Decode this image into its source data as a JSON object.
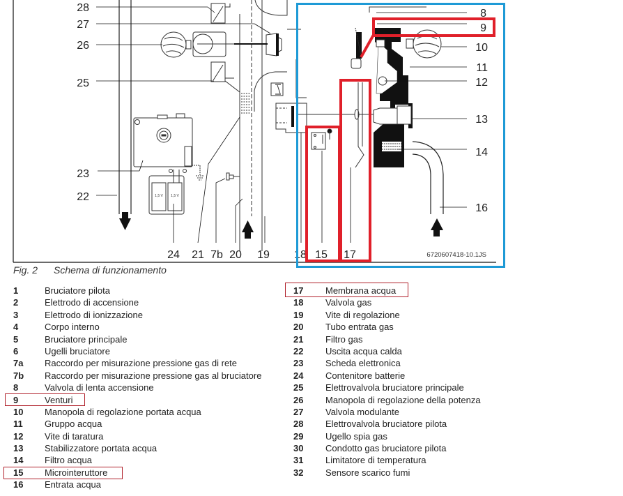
{
  "figure": {
    "number": "Fig. 2",
    "title": "Schema di funzionamento",
    "drawing_code": "6720607418-10.1JS"
  },
  "callouts": {
    "left": [
      "28",
      "27",
      "26",
      "25",
      "23",
      "22"
    ],
    "bottom": [
      "24",
      "21",
      "7b",
      "20",
      "19",
      "18",
      "15",
      "17"
    ],
    "right": [
      "8",
      "9",
      "10",
      "11",
      "12",
      "13",
      "14",
      "16"
    ]
  },
  "battery_labels": [
    "1,5 V",
    "1,5 V"
  ],
  "highlight_colors": {
    "blue_frame": "#1e9ad6",
    "red_boxes": "#e0202a",
    "legend_boxes": "#b0202a"
  },
  "legend": {
    "left": [
      {
        "num": "1",
        "label": "Bruciatore pilota"
      },
      {
        "num": "2",
        "label": "Elettrodo di accensione"
      },
      {
        "num": "3",
        "label": "Elettrodo di ionizzazione"
      },
      {
        "num": "4",
        "label": "Corpo interno"
      },
      {
        "num": "5",
        "label": "Bruciatore principale"
      },
      {
        "num": "6",
        "label": "Ugelli bruciatore"
      },
      {
        "num": "7a",
        "label": "Raccordo per misurazione pressione gas di rete"
      },
      {
        "num": "7b",
        "label": "Raccordo per misurazione pressione gas al bruciatore"
      },
      {
        "num": "8",
        "label": "Valvola di lenta accensione"
      },
      {
        "num": "9",
        "label": "Venturi",
        "highlighted": true
      },
      {
        "num": "10",
        "label": "Manopola di regolazione portata acqua"
      },
      {
        "num": "11",
        "label": "Gruppo acqua"
      },
      {
        "num": "12",
        "label": "Vite di taratura"
      },
      {
        "num": "13",
        "label": "Stabilizzatore portata acqua"
      },
      {
        "num": "14",
        "label": "Filtro acqua"
      },
      {
        "num": "15",
        "label": "Microinteruttore",
        "highlighted": true
      },
      {
        "num": "16",
        "label": "Entrata acqua"
      }
    ],
    "right": [
      {
        "num": "17",
        "label": "Membrana acqua",
        "highlighted": true
      },
      {
        "num": "18",
        "label": "Valvola gas"
      },
      {
        "num": "19",
        "label": "Vite di regolazione"
      },
      {
        "num": "20",
        "label": "Tubo entrata gas"
      },
      {
        "num": "21",
        "label": "Filtro gas"
      },
      {
        "num": "22",
        "label": "Uscita acqua calda"
      },
      {
        "num": "23",
        "label": "Scheda elettronica"
      },
      {
        "num": "24",
        "label": "Contenitore batterie"
      },
      {
        "num": "25",
        "label": "Elettrovalvola bruciatore principale"
      },
      {
        "num": "26",
        "label": "Manopola di regolazione della potenza"
      },
      {
        "num": "27",
        "label": "Valvola modulante"
      },
      {
        "num": "28",
        "label": "Elettrovalvola bruciatore pilota"
      },
      {
        "num": "29",
        "label": "Ugello spia gas"
      },
      {
        "num": "30",
        "label": "Condotto gas bruciatore pilota"
      },
      {
        "num": "31",
        "label": "Limitatore di temperatura"
      },
      {
        "num": "32",
        "label": "Sensore scarico fumi"
      }
    ]
  }
}
